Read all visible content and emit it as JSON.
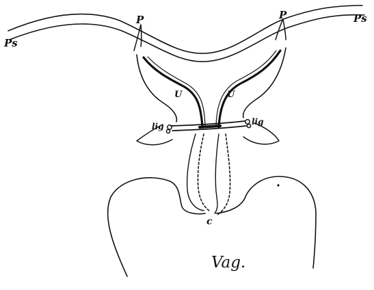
{
  "figure": {
    "labels": {
      "ps_left": "Ps",
      "ps_right": "Ps",
      "p_left": "P",
      "p_right": "P",
      "u_left": "U",
      "u_right": "U",
      "lig_left": "lig",
      "lig_right": "lig",
      "c": "c"
    },
    "caption": "Vag."
  },
  "colors": {
    "ink": "#111111",
    "background": "#ffffff"
  }
}
